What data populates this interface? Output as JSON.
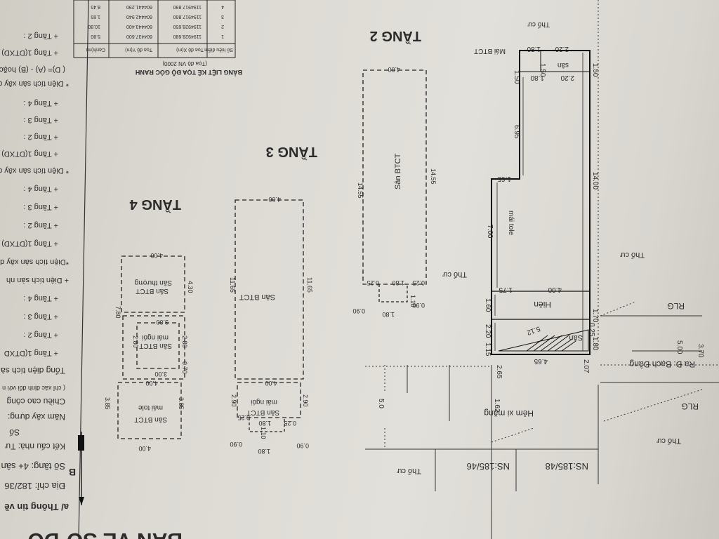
{
  "header": {
    "bottom_title": "BẢN VẼ SƠ ĐỒ",
    "section_marker": "B"
  },
  "coordinate_table": {
    "title": "BẢNG LIỆT KÊ TỌA ĐỘ GÓC RANH",
    "subtitle": "(Tọa độ VN 2000)",
    "col_headers": [
      "Số hiệu điểm",
      "Tọa độ X(m)",
      "Tọa độ Y(m)",
      "Cạnh(m)"
    ],
    "rows": [
      [
        "1",
        "1194928.680",
        "604437.600",
        "5.80"
      ],
      [
        "2",
        "1194928.650",
        "604443.400",
        "10.80"
      ],
      [
        "3",
        "1194917.860",
        "604442.940",
        "1.65"
      ],
      [
        "4",
        "1194917.890",
        "604441.290",
        "8.45"
      ]
    ]
  },
  "info_panel": {
    "lines": [
      "a/ Thông tin về",
      "Địa chỉ: 182/36",
      "Số tầng: 4+ sân",
      "Kết cấu nhà: Tư",
      "Số",
      "Năm xây dựng:",
      "Chiều cao công",
      "( chỉ xác định đối với n",
      "Tổng diện tích sà",
      "+ Tầng 1(DTXD",
      "+ Tầng 2 :",
      "+ Tầng 3 :",
      "+ Tầng 4 :",
      "+ Diện tích sàn nh",
      "*Diện tích sàn xây dự",
      "+ Tầng 1(DTXD) :",
      "+ Tầng 2 :",
      "+ Tầng 3 :",
      "+ Tầng 4 :",
      "* Diện tích sàn xây dựn",
      "+ Tầng 1(DTXD) :",
      "+ Tầng 2 :",
      "+ Tầng 3 :",
      "+ Tầng 4 :",
      "* Diện tích sàn xây dựng",
      "( D)= (A) - (B) hoặc (C)",
      "+ Tầng 1(DTXD) :",
      "+ Tầng 2 :"
    ]
  },
  "floor_titles": {
    "tang2": "TẦNG 2",
    "tang3": "TẦNG 3",
    "tang4": "TẦNG 4"
  },
  "floor1": {
    "labels": {
      "mai_btct": "Mái BTCT",
      "tho_cu_top": "Thổ cư",
      "san_top": "sân",
      "mai_tole": "mái tole",
      "tho_cu_left": "Thổ cư",
      "tho_cu_mid": "Thổ cư",
      "hien": "Hiên",
      "san_bottom": "Sân",
      "rlg_top": "RLG",
      "rlg_bottom": "RLG",
      "road": "Ra Đ. Bạch Đằng",
      "alley": "Hẻm xi măng",
      "ns1": "NS:185/48",
      "ns2": "NS:185/46",
      "tho_cu_b1": "Thổ cư",
      "tho_cu_b2": "Thổ cư"
    },
    "dims": [
      "2.20",
      "1.80",
      "1.50",
      "1.50",
      "1.80",
      "2.20",
      "1.50",
      "6.95",
      "14.00",
      "1.65",
      "7.00",
      "4.00",
      "1.75",
      "1.60",
      "1.70",
      "2.20",
      "0.25",
      "5.12",
      "1.80",
      "1.15",
      "4.65",
      "2.07",
      "2.65",
      "5.00",
      "3.70",
      "1.62",
      "5.0"
    ]
  },
  "floor2": {
    "labels": {
      "san_btct": "Sân BTCT"
    },
    "dims": [
      "4.00",
      "14.55",
      "14.55",
      "0.25",
      "1.80",
      "0.25",
      "1.10",
      "0.90",
      "0.90",
      "1.80"
    ]
  },
  "floor3": {
    "labels": {
      "san_btct": "Sân BTCT",
      "mai_ngoi": "mái ngói",
      "san_btct2": "Sân BTCT"
    },
    "dims": [
      "4.00",
      "11.65",
      "11.65",
      "4.00",
      "2.90",
      "2.90",
      "0.25",
      "1.80",
      "0.25",
      "1.10",
      "0.90",
      "0.90",
      "1.80"
    ]
  },
  "floor4": {
    "labels": {
      "san_thuong": "Sân thượng",
      "san_btct": "Sân BTCT",
      "san_btct2": "Sân BTCT",
      "mai_ngoi": "mái ngói",
      "san_btct3": "Sân BTCT",
      "mai_tole": "mái tole"
    },
    "dims": [
      "4.00",
      "4.30",
      "7.80",
      "3.00",
      "2.80",
      "2.80",
      "3.00",
      "0.70",
      "4.00",
      "3.85",
      "3.85",
      "4.00"
    ]
  }
}
